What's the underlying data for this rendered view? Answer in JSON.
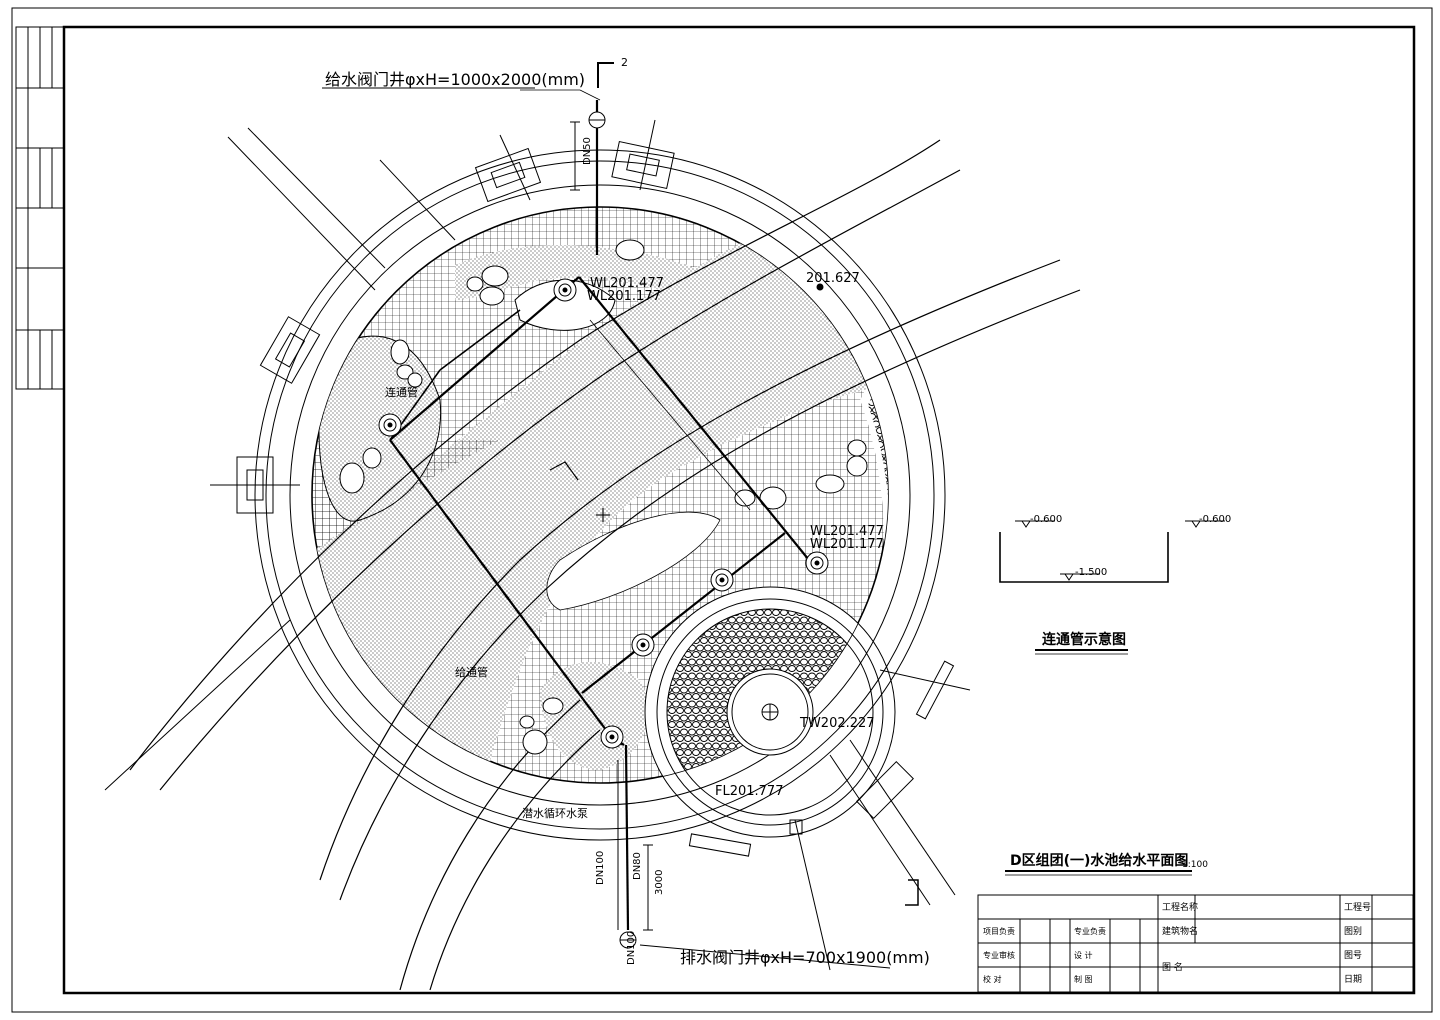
{
  "labels": {
    "supply_valve_well": "给水阀门井φxH=1000x2000(mm)",
    "drain_valve_well": "排水阀门井φxH=700x1900(mm)",
    "section_mark": "2",
    "wl_top_1": "WL201.477",
    "wl_top_2": "WL201.177",
    "wl_right_1": "WL201.477",
    "wl_right_2": "WL201.177",
    "ground_level": "201.627",
    "tw_level": "TW202.227",
    "fl_level": "FL201.777",
    "connect_pipe": "连通管",
    "supply_pipe": "给通管",
    "pump": "潜水循环水泵",
    "pipe_dn100": "DN100",
    "pipe_dn80": "DN80",
    "pipe_dn50": "DN50",
    "dim_3000": "3000",
    "dn100_well": "DN100"
  },
  "section_detail": {
    "title": "连通管示意图",
    "level_left": "-0.600",
    "level_right": "-0.600",
    "level_bottom": "-1.500"
  },
  "plan_title": {
    "title": "D区组团(一)水池给水平面图",
    "scale": "1:100"
  },
  "title_block": {
    "project_name_label": "工程名称",
    "project_no_label": "工程号",
    "drawing_content_label": "建筑物名",
    "drawing_type_label": "图别",
    "project_review_label": "项目负责",
    "discipline_lead_label": "专业负责",
    "drawing_no_label": "图号",
    "discipline_review_label": "专业审核",
    "design_label": "设 计",
    "drawing_name_label": "图 名",
    "scale_label": "图号",
    "check_label": "校 对",
    "draft_label": "制 图",
    "date_label": "日期"
  },
  "colors": {
    "line": "#000000",
    "paper": "#ffffff"
  }
}
